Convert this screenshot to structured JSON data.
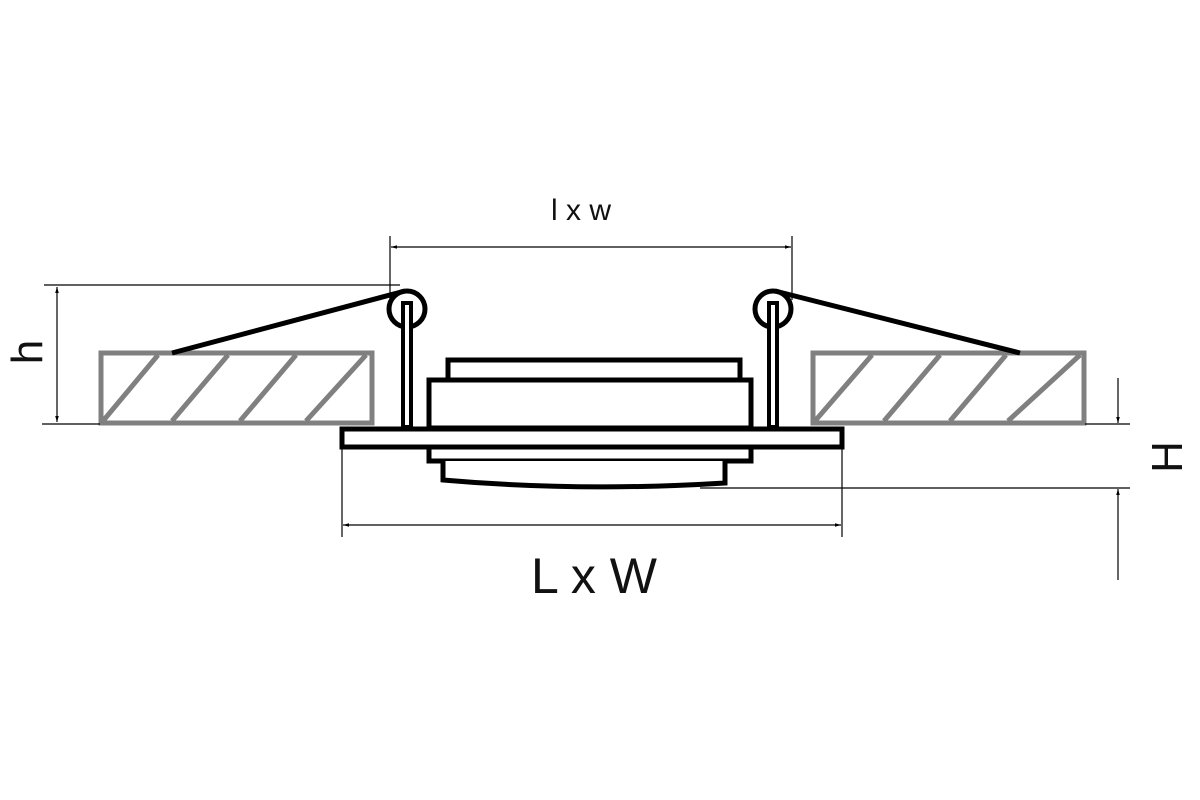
{
  "labels": {
    "opening_dimension": "l x w",
    "overall_dimension": "L x W",
    "mounting_height": "h",
    "visible_height": "H"
  },
  "colors": {
    "line": "#000000",
    "ceiling_hatch": "#808080",
    "background": "#ffffff"
  }
}
